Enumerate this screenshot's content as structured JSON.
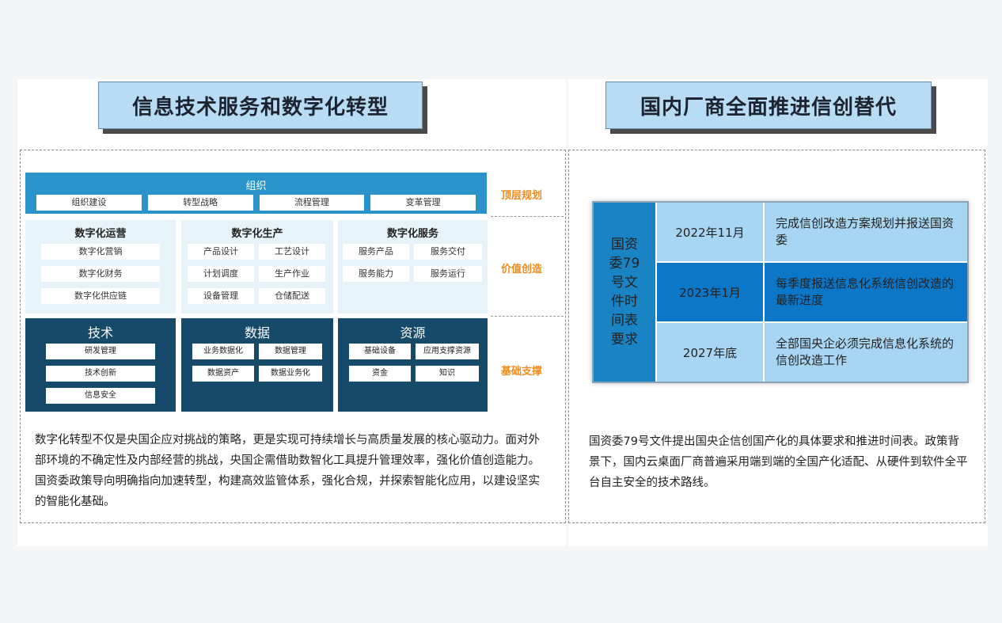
{
  "left": {
    "title": "信息技术服务和数字化转型",
    "top_row": {
      "header": "组织",
      "items": [
        "组织建设",
        "转型战略",
        "流程管理",
        "变革管理"
      ]
    },
    "mid_row": [
      {
        "header": "数字化运营",
        "items": [
          "数字化营销",
          "数字化财务",
          "数字化供应链"
        ]
      },
      {
        "header": "数字化生产",
        "items": [
          "产品设计",
          "工艺设计",
          "计划调度",
          "生产作业",
          "设备管理",
          "仓储配送"
        ]
      },
      {
        "header": "数字化服务",
        "items": [
          "服务产品",
          "服务交付",
          "服务能力",
          "服务运行"
        ]
      }
    ],
    "bottom_row": [
      {
        "header": "技术",
        "items": [
          "研发管理",
          "技术创新",
          "信息安全"
        ]
      },
      {
        "header": "数据",
        "items": [
          "业务数据化",
          "数据管理",
          "数据资产",
          "数据业务化"
        ]
      },
      {
        "header": "资源",
        "items": [
          "基础设备",
          "应用支撑资源",
          "资金",
          "知识"
        ]
      }
    ],
    "side_labels": [
      "顶层规划",
      "价值创造",
      "基础支撑"
    ],
    "paragraph": "数字化转型不仅是央国企应对挑战的策略，更是实现可持续增长与高质量发展的核心驱动力。面对外部环境的不确定性及内部经营的挑战，央国企需借助数智化工具提升管理效率，强化价值创造能力。国资委政策导向明确指向加速转型，构建高效监管体系，强化合规，并探索智能化应用，以建设坚实的智能化基础。"
  },
  "right": {
    "title": "国内厂商全面推进信创替代",
    "table": {
      "label": "国资委79号文件时间表要求",
      "rows": [
        {
          "date": "2022年11月",
          "desc": "完成信创改造方案规划并报送国资委"
        },
        {
          "date": "2023年1月",
          "desc": "每季度报送信息化系统信创改造的最新进度"
        },
        {
          "date": "2027年底",
          "desc": "全部国央企必须完成信息化系统的信创改造工作"
        }
      ]
    },
    "paragraph": "国资委79号文件提出国央企信创国产化的具体要求和推进时间表。政策背景下，国内云桌面厂商普遍采用端到端的全国产化适配、从硬件到软件全平台自主安全的技术路线。"
  },
  "colors": {
    "accent_orange": "#f08c1e",
    "top_blue": "#2a93c9",
    "dark_navy": "#174a68",
    "table_blue": "#0c77c7"
  }
}
